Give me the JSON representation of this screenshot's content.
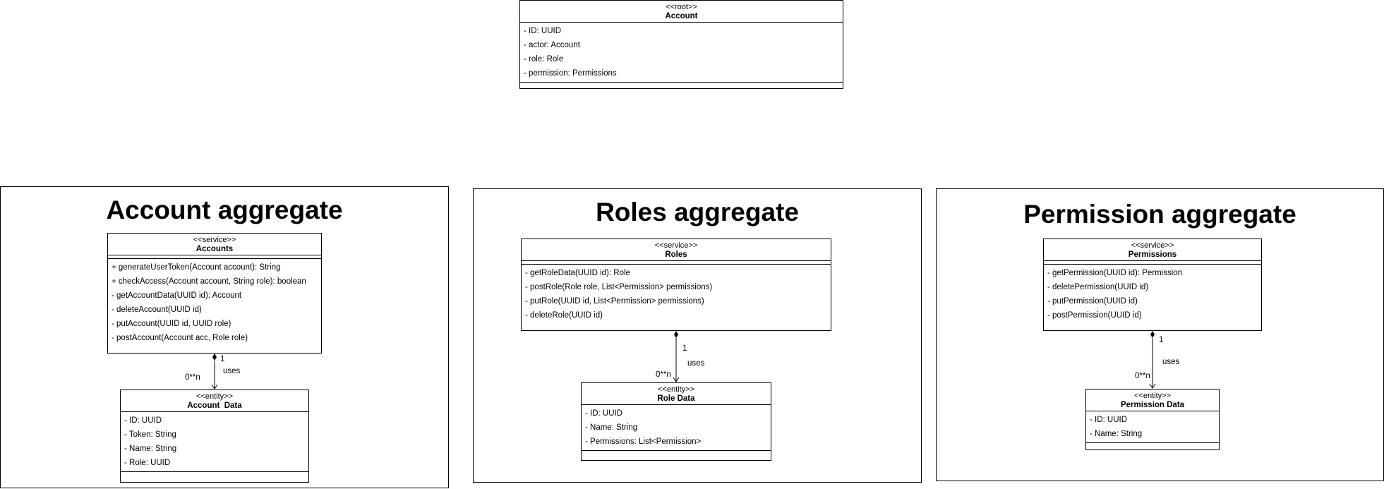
{
  "root": {
    "stereotype": "<<root>>",
    "name": "Account",
    "attributes": [
      "- ID: UUID",
      "- actor: Account",
      "- role: Role",
      "- permission: Permissions"
    ]
  },
  "aggregates": {
    "account": {
      "title": "Account aggregate",
      "service": {
        "stereotype": "<<service>>",
        "name": "Accounts",
        "methods": [
          "+ generateUserToken(Account account): String",
          "+ checkAccess(Account account, String role): boolean",
          "- getAccountData(UUID id): Account",
          "- deleteAccount(UUID id)",
          "- putAccount(UUID id, UUID role)",
          "- postAccount(Account acc, Role role)"
        ]
      },
      "entity": {
        "stereotype": "<<entity>>",
        "name": "Account  Data",
        "attributes": [
          "- ID: UUID",
          "- Token: String",
          "- Name: String",
          "- Role: UUID"
        ]
      },
      "relation": {
        "source_mult": "1",
        "target_mult": "0**n",
        "label": "uses"
      }
    },
    "roles": {
      "title": "Roles aggregate",
      "service": {
        "stereotype": "<<service>>",
        "name": "Roles",
        "methods": [
          "- getRoleData(UUID id): Role",
          "- postRole(Role role, List<Permission> permissions)",
          "- putRole(UUID id, List<Permission> permissions)",
          "- deleteRole(UUID id)"
        ]
      },
      "entity": {
        "stereotype": "<<entity>>",
        "name": "Role Data",
        "attributes": [
          "- ID: UUID",
          "- Name: String",
          "- Permissions: List<Permission>"
        ]
      },
      "relation": {
        "source_mult": "1",
        "target_mult": "0**n",
        "label": "uses"
      }
    },
    "permission": {
      "title": "Permission aggregate",
      "service": {
        "stereotype": "<<service>>",
        "name": "Permissions",
        "methods": [
          "- getPermission(UUID id): Permission",
          "- deletePermission(UUID id)",
          "- putPermission(UUID id)",
          "- postPermission(UUID id)"
        ]
      },
      "entity": {
        "stereotype": "<<entity>>",
        "name": "Permission Data",
        "attributes": [
          "- ID: UUID",
          "- Name: String"
        ]
      },
      "relation": {
        "source_mult": "1",
        "target_mult": "0**n",
        "label": "uses"
      }
    }
  }
}
